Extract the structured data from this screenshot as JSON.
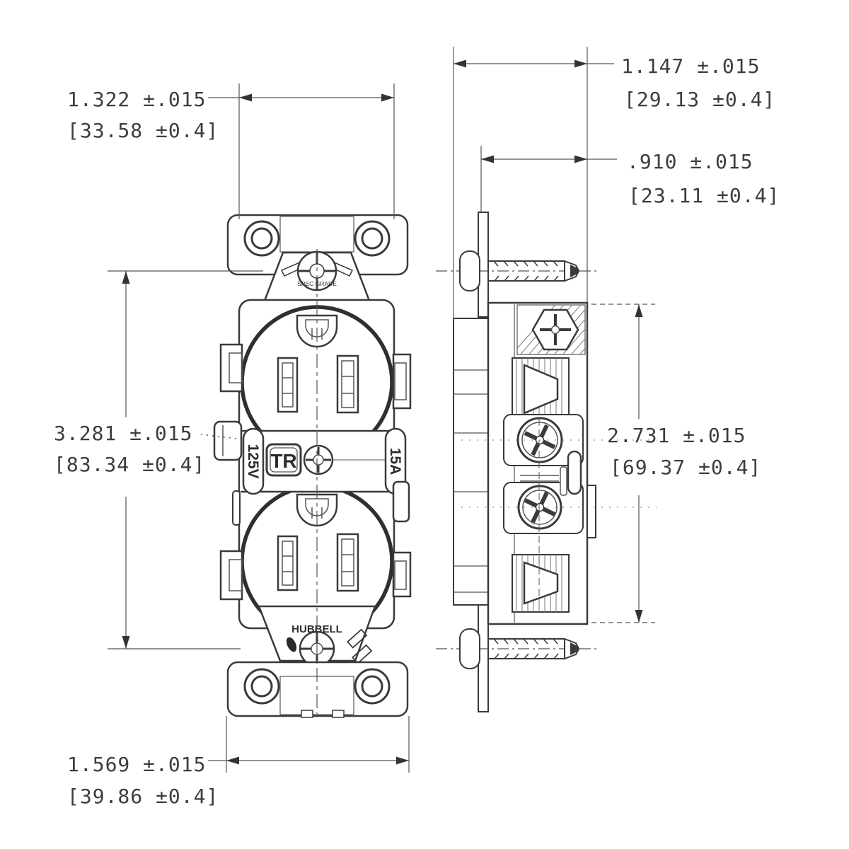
{
  "drawing": {
    "type": "dimensioned engineering drawing, duplex receptacle front and side views",
    "front_view": {
      "labels": {
        "grade_marking": "SPEC GRADE",
        "tr_marking": "TR",
        "voltage_marking": "125V",
        "amperage_marking": "15A",
        "brand_marking": "HUBBELL"
      }
    },
    "dimensions": {
      "face_width": {
        "inches": "1.322 ±.015",
        "mm": "[33.58 ±0.4]"
      },
      "overall_depth": {
        "inches": "1.147 ±.015",
        "mm": "[29.13 ±0.4]"
      },
      "depth_behind_strap": {
        "inches": ".910 ±.015",
        "mm": "[23.11 ±0.4]"
      },
      "mounting_hole_spacing": {
        "inches": "3.281 ±.015",
        "mm": "[83.34 ±0.4]"
      },
      "body_height": {
        "inches": "2.731 ±.015",
        "mm": "[69.37 ±0.4]"
      },
      "overall_width": {
        "inches": "1.569 ±.015",
        "mm": "[39.86 ±0.4]"
      }
    }
  }
}
